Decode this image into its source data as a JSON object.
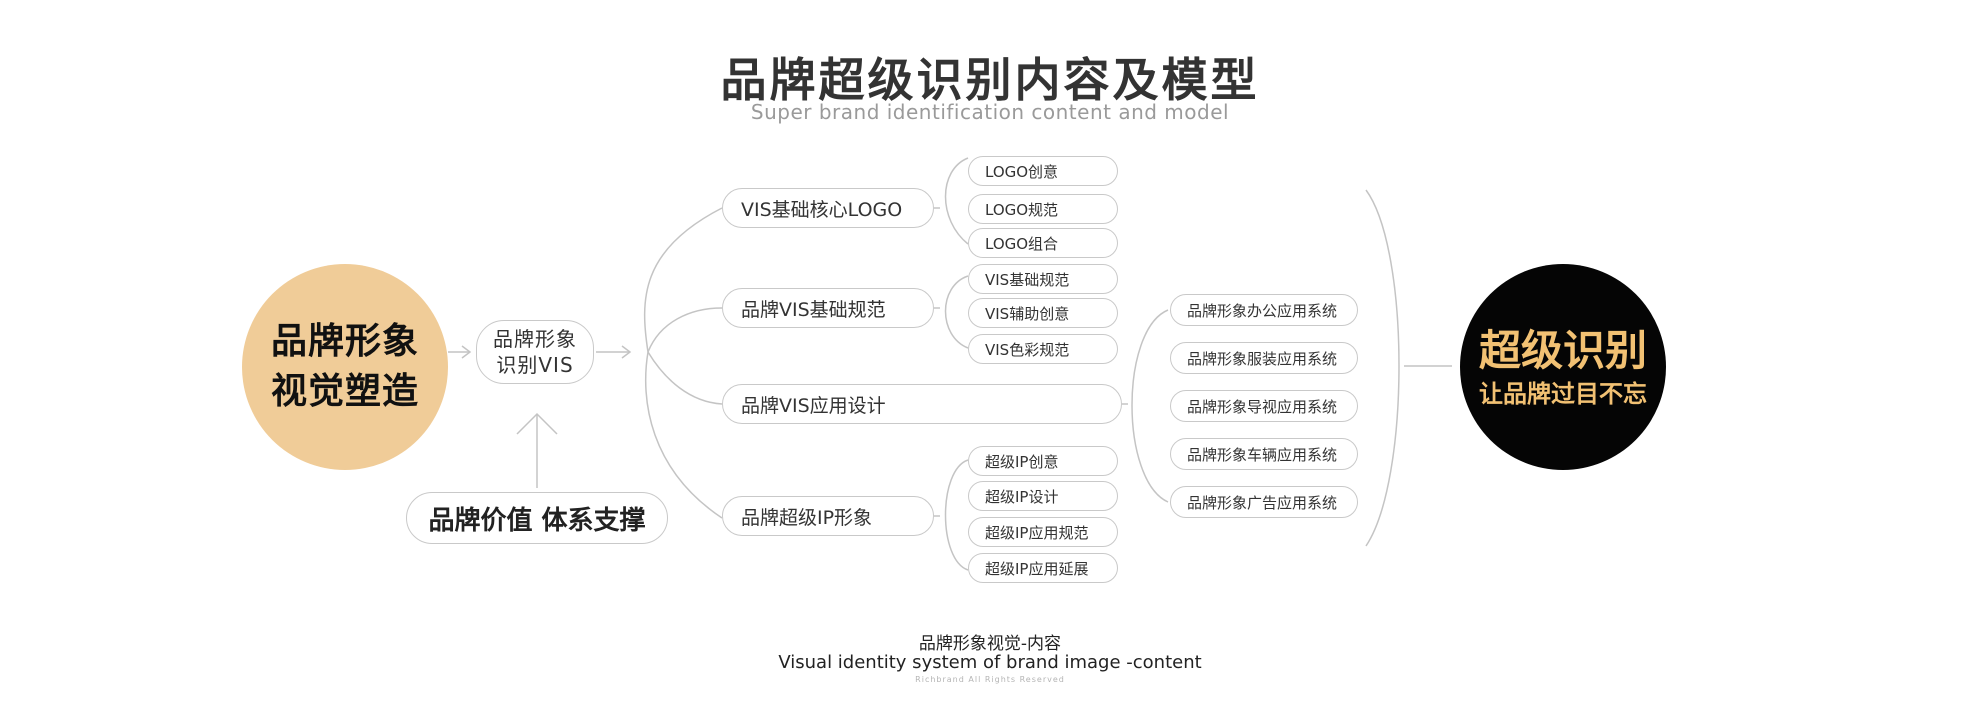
{
  "title": "品牌超级识别内容及模型",
  "subtitle": "Super brand identification content and model",
  "left_circle": {
    "line1": "品牌形象",
    "line2": "视觉塑造"
  },
  "vis_node": {
    "line1": "品牌形象",
    "line2": "识别VIS"
  },
  "support_node": "品牌价值 体系支撑",
  "categories": [
    {
      "label": "VIS基础核心LOGO",
      "items": [
        "LOGO创意",
        "LOGO规范",
        "LOGO组合"
      ]
    },
    {
      "label": "品牌VIS基础规范",
      "items": [
        "VIS基础规范",
        "VIS辅助创意",
        "VIS色彩规范"
      ]
    },
    {
      "label": "品牌VIS应用设计",
      "items": []
    },
    {
      "label": "品牌超级IP形象",
      "items": [
        "超级IP创意",
        "超级IP设计",
        "超级IP应用规范",
        "超级IP应用延展"
      ]
    }
  ],
  "applications": [
    "品牌形象办公应用系统",
    "品牌形象服装应用系统",
    "品牌形象导视应用系统",
    "品牌形象车辆应用系统",
    "品牌形象广告应用系统"
  ],
  "right_circle": {
    "line1": "超级识别",
    "line2": "让品牌过目不忘"
  },
  "caption": {
    "line1": "品牌形象视觉-内容",
    "line2": "Visual identity system of brand image -content",
    "line3": "Richbrand All Rights Reserved"
  },
  "colors": {
    "left_circle": "#f0cc98",
    "right_circle": "#050505",
    "right_text": "#f2c173",
    "line": "#c4c4c4"
  }
}
